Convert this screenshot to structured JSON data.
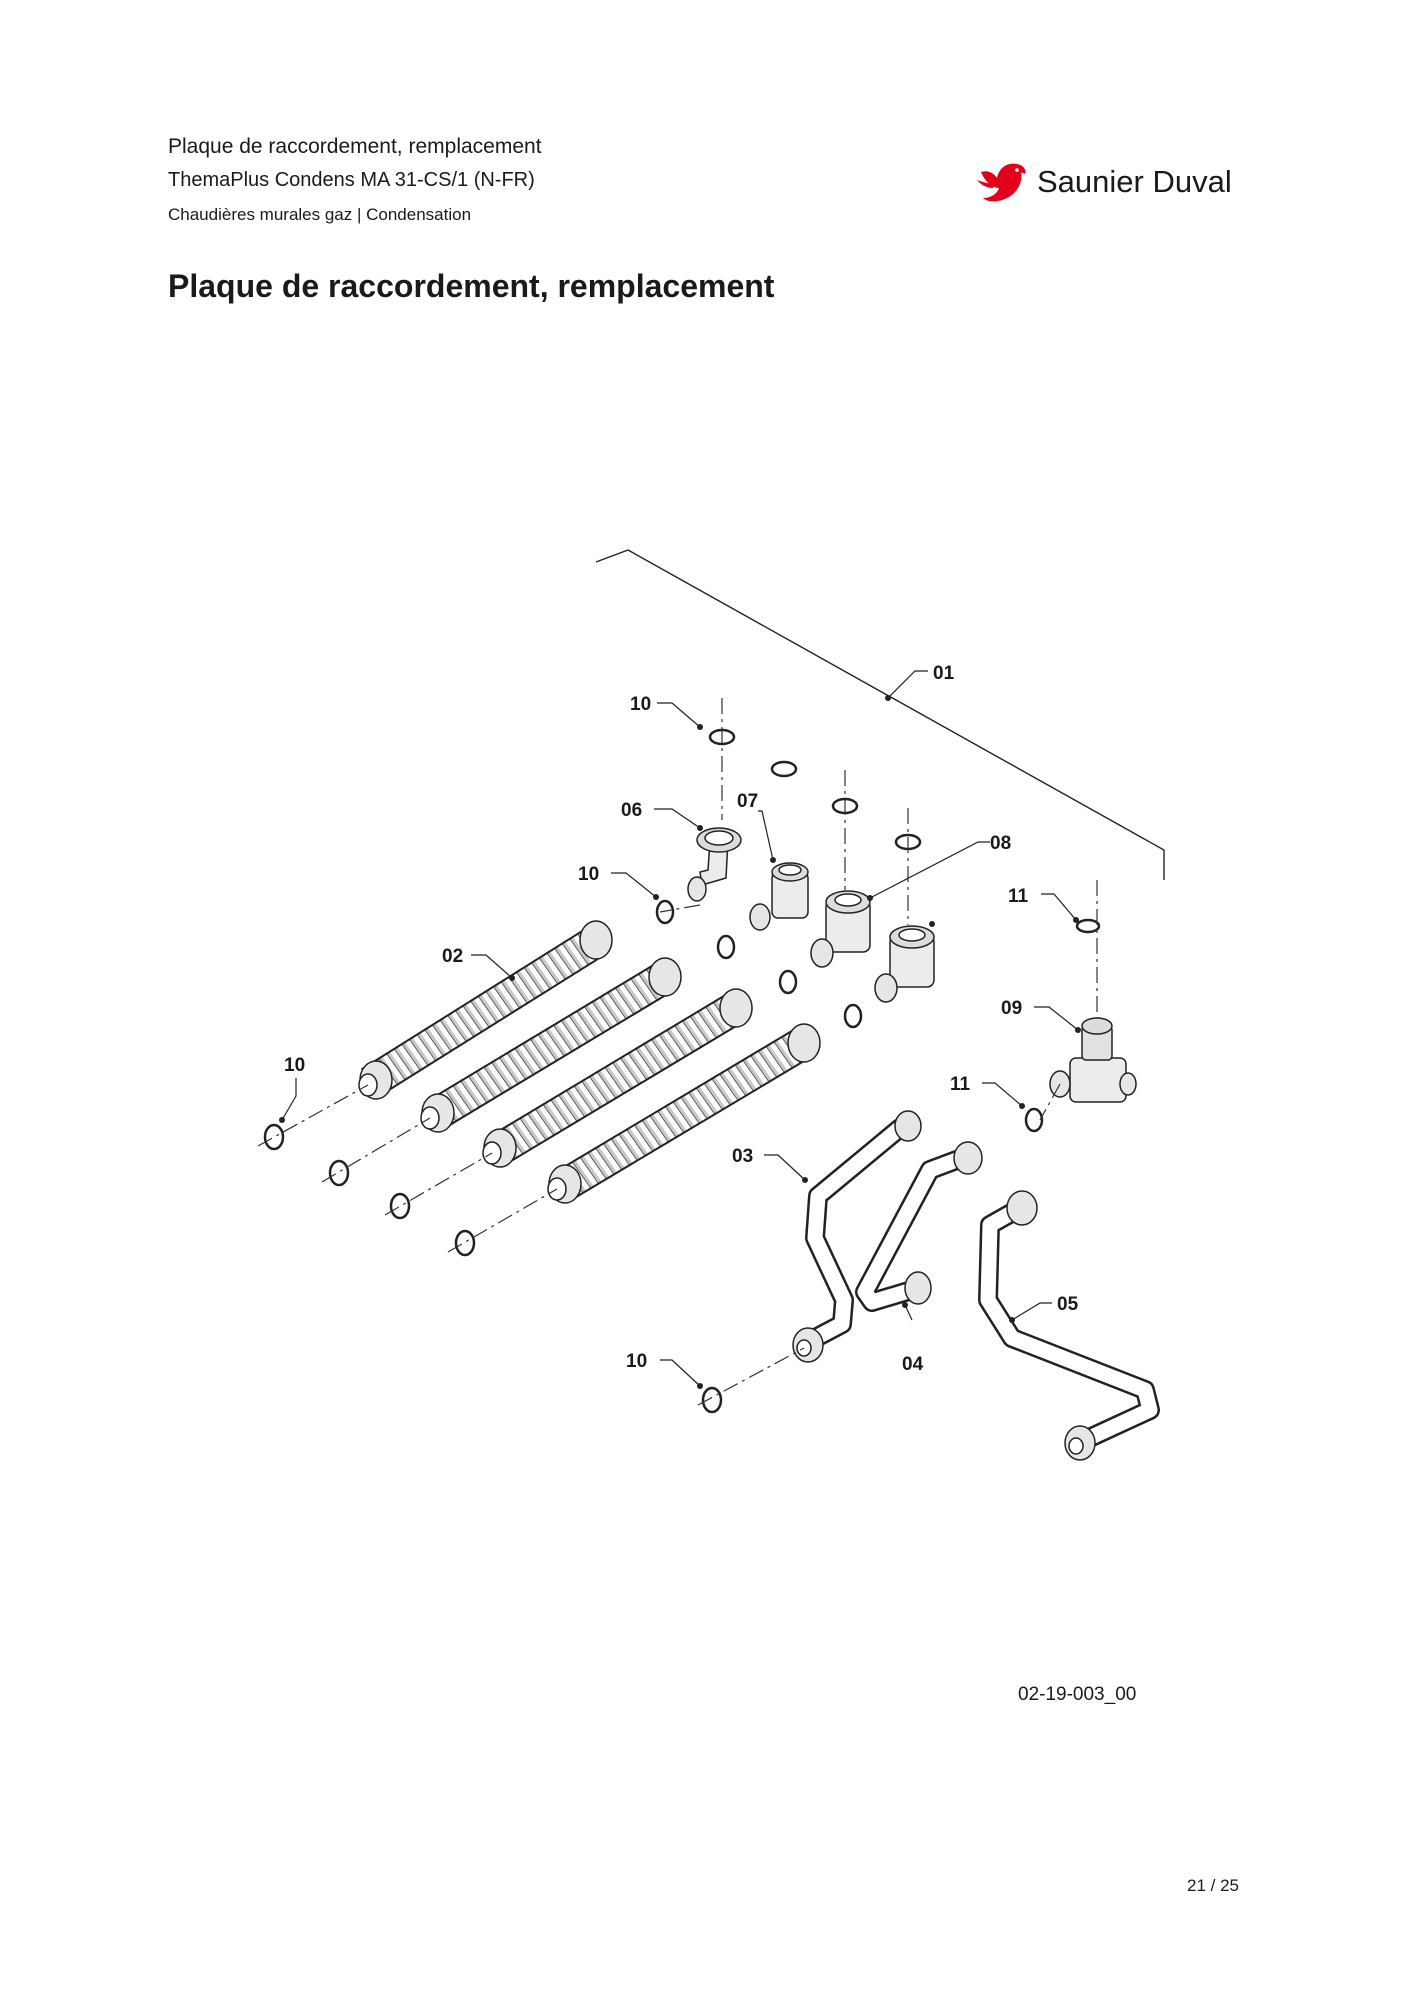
{
  "header": {
    "line1": "Plaque de raccordement, remplacement",
    "line2": "ThemaPlus Condens MA 31-CS/1 (N-FR)",
    "line3": "Chaudières murales gaz | Condensation"
  },
  "brand": {
    "name": "Saunier Duval",
    "color": "#e3001b"
  },
  "page_title": "Plaque de raccordement, remplacement",
  "diagram": {
    "callouts": {
      "c01": "01",
      "c02": "02",
      "c03": "03",
      "c04": "04",
      "c05": "05",
      "c06": "06",
      "c07": "07",
      "c08": "08",
      "c09": "09",
      "c10a": "10",
      "c10b": "10",
      "c10c": "10",
      "c10d": "10",
      "c11a": "11",
      "c11b": "11"
    },
    "reference": "02-19-003_00"
  },
  "footer": {
    "page": "21 / 25"
  }
}
